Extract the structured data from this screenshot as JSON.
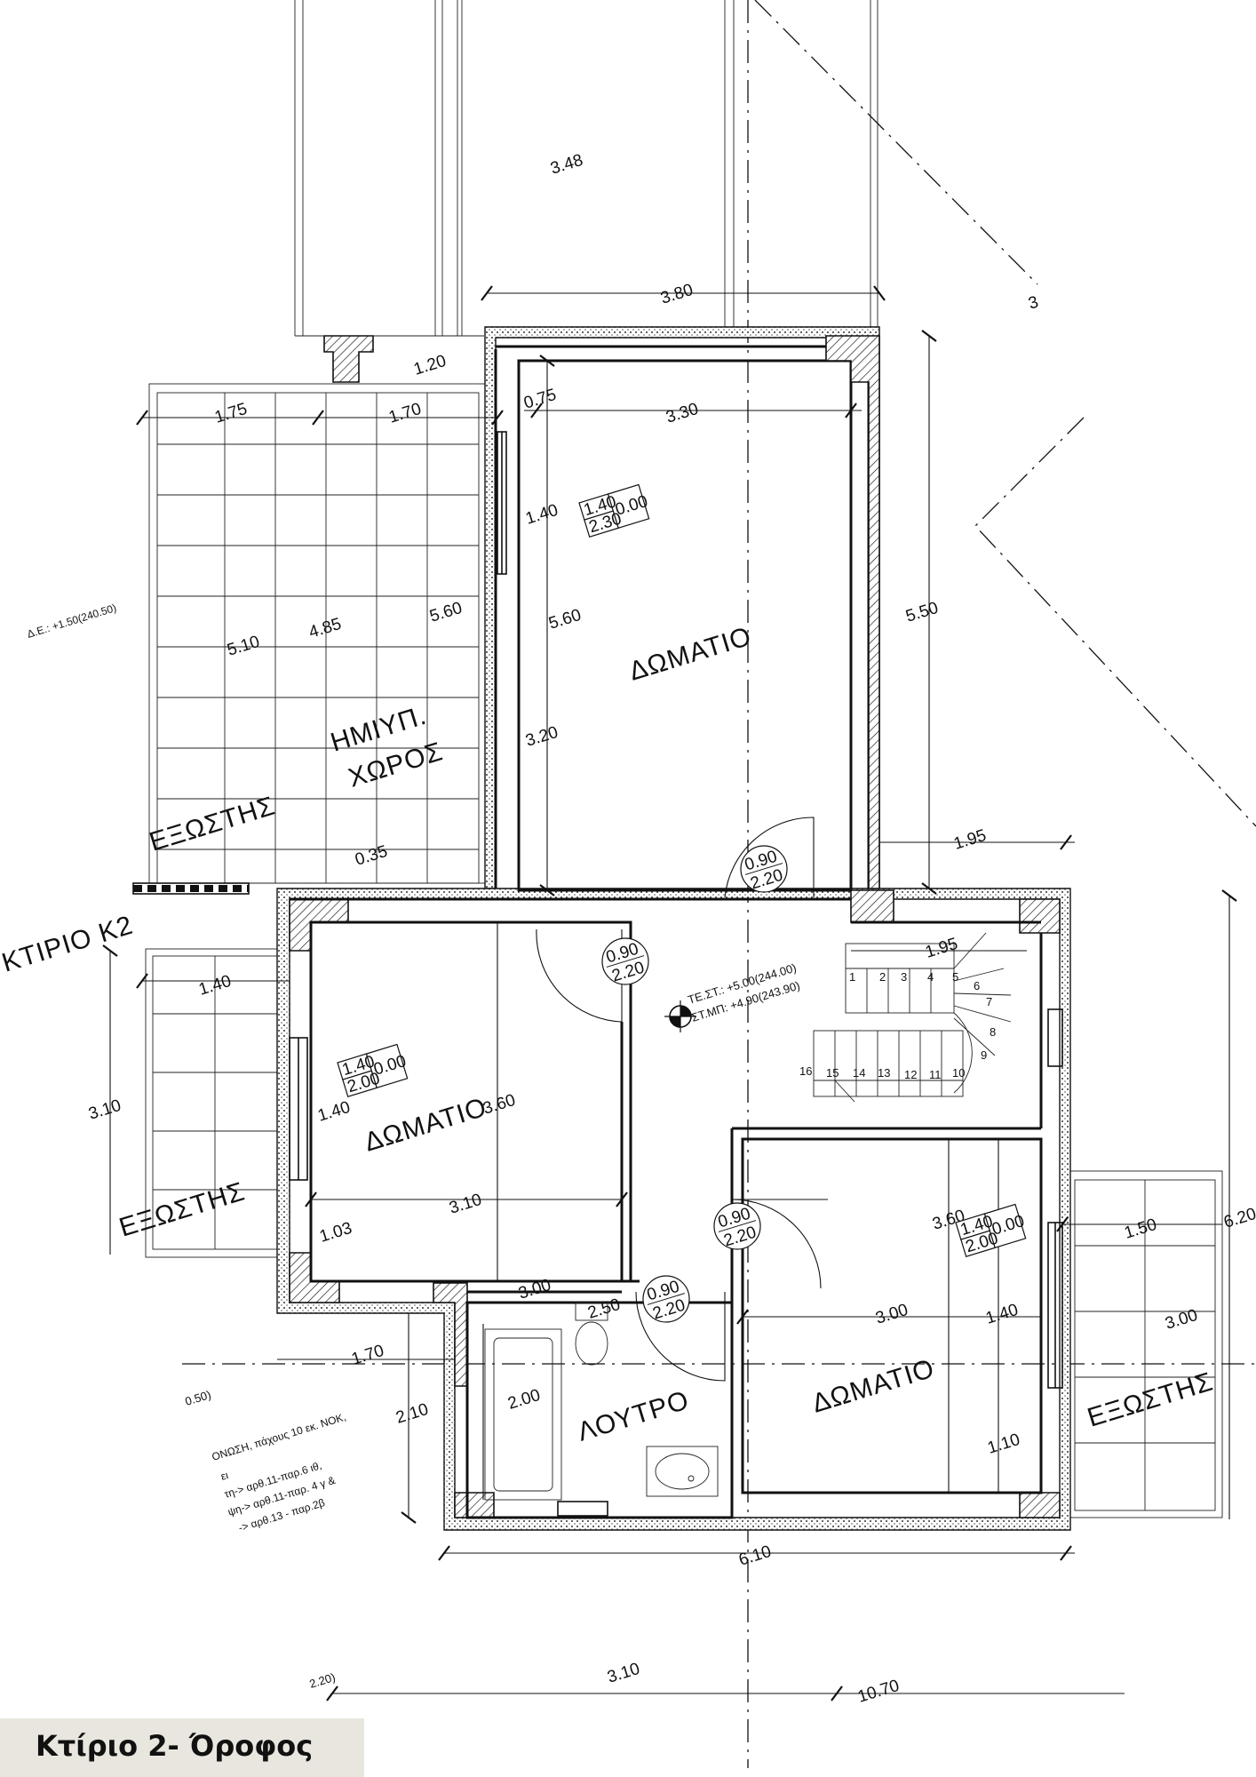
{
  "caption": "Κτίριο 2- Όροφος",
  "rooms": {
    "room_top": "ΔΩΜΑΤΙΟ",
    "room_left": "ΔΩΜΑΤΙΟ",
    "room_right": "ΔΩΜΑΤΙΟ",
    "bathroom": "ΛΟΥΤΡΟ",
    "semi_open_1": "ΗΜΙΥΠ.",
    "semi_open_2": "ΧΩΡΟΣ",
    "balcony_top": "ΕΞΩΣΤΗΣ",
    "balcony_left": "ΕΞΩΣΤΗΣ",
    "balcony_right": "ΕΞΩΣΤΗΣ",
    "building": "ΚΤΙΡΙΟ Κ2"
  },
  "dimensions": {
    "d348": "3.48",
    "d380": "3.80",
    "d3": "3",
    "d120": "1.20",
    "d175": "1.75",
    "d170a": "1.70",
    "d075": "0.75",
    "d330": "3.30",
    "d140a": "1.40",
    "d560a": "5.60",
    "d320": "3.20",
    "d550": "5.50",
    "d510": "5.10",
    "d485": "4.85",
    "d560b": "5.60",
    "d035": "0.35",
    "d195a": "1.95",
    "d195b": "1.95",
    "d140b": "1.40",
    "d310a": "3.10",
    "d140c": "1.40",
    "d360a": "3.60",
    "d310b": "3.10",
    "d103": "1.03",
    "d300a": "3.00",
    "d250": "2.50",
    "d170b": "1.70",
    "d210": "2.10",
    "d200": "2.00",
    "d360b": "3.60",
    "d150": "1.50",
    "d620": "6.20",
    "d300b": "3.00",
    "d140d": "1.40",
    "d300c": "3.00",
    "d110": "1.10",
    "d610": "6.10",
    "d310c": "3.10",
    "d1070": "10.70"
  },
  "windows": {
    "w1_top": "1.40",
    "w1_bot": "2.30",
    "w1_sill": "0.00",
    "w2_top": "1.40",
    "w2_bot": "2.00",
    "w2_sill": "0.00",
    "w3_top": "1.40",
    "w3_bot": "2.00",
    "w3_sill": "0.00"
  },
  "doors": {
    "dr1_top": "0.90",
    "dr1_bot": "2.20",
    "dr2_top": "0.90",
    "dr2_bot": "2.20",
    "dr3_top": "0.90",
    "dr3_bot": "2.20",
    "dr4_top": "0.90",
    "dr4_bot": "2.20"
  },
  "levels": {
    "finished": "ΤΕ.ΣΤ.: +5.00(244.00)",
    "structural": "ΣΤ.ΜΠ: +4.90(243.90)",
    "terrace": "Δ.Ε.: +1.50(240.50)"
  },
  "stairs": [
    "1",
    "2",
    "3",
    "4",
    "5",
    "6",
    "7",
    "8",
    "9",
    "10",
    "11",
    "12",
    "13",
    "14",
    "15",
    "16"
  ],
  "notes": {
    "n050": "0.50)",
    "n220": "2.20)",
    "n1": "ΟΝΩΣΗ, πάχους 10 εκ. ΝΟΚ,",
    "n2": "ει",
    "n3": "τη-> αρθ.11-παρ.6 ιθ,",
    "n4": "ψη-> αρθ.11-παρ. 4 γ &",
    "n5": "-> αρθ.13 - παρ.2β"
  }
}
